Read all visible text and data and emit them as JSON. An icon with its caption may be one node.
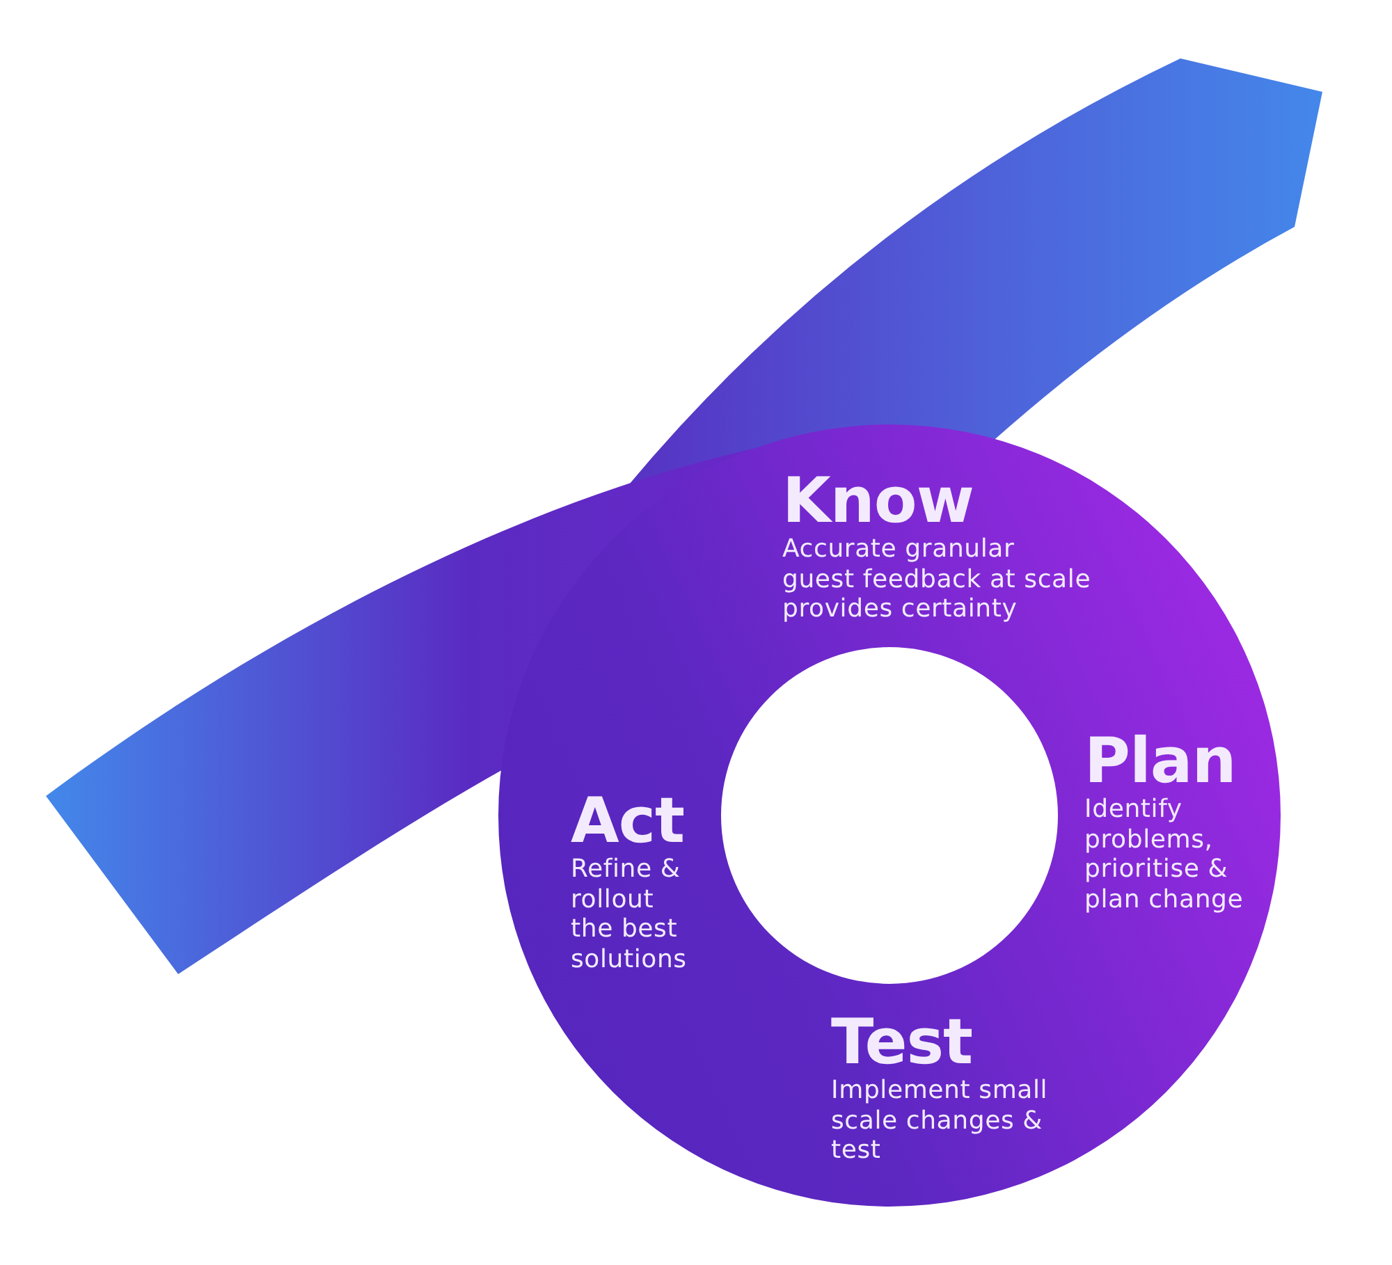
{
  "diagram": {
    "nodes": [
      {
        "text": [],
        "shape": "ring"
      },
      {
        "text": [
          "Know",
          "Accurate granular guest feedback at scale provides certainty"
        ],
        "in": 0
      },
      {
        "text": [
          "Plan",
          "Identify problems, prioritise & plan change"
        ],
        "in": 0
      },
      {
        "text": [
          "Act",
          "Refine & rollout the best solutions"
        ],
        "in": 0
      },
      {
        "text": [
          "Test",
          "Implement small scale changes & test"
        ],
        "in": 0
      }
    ]
  }
}
